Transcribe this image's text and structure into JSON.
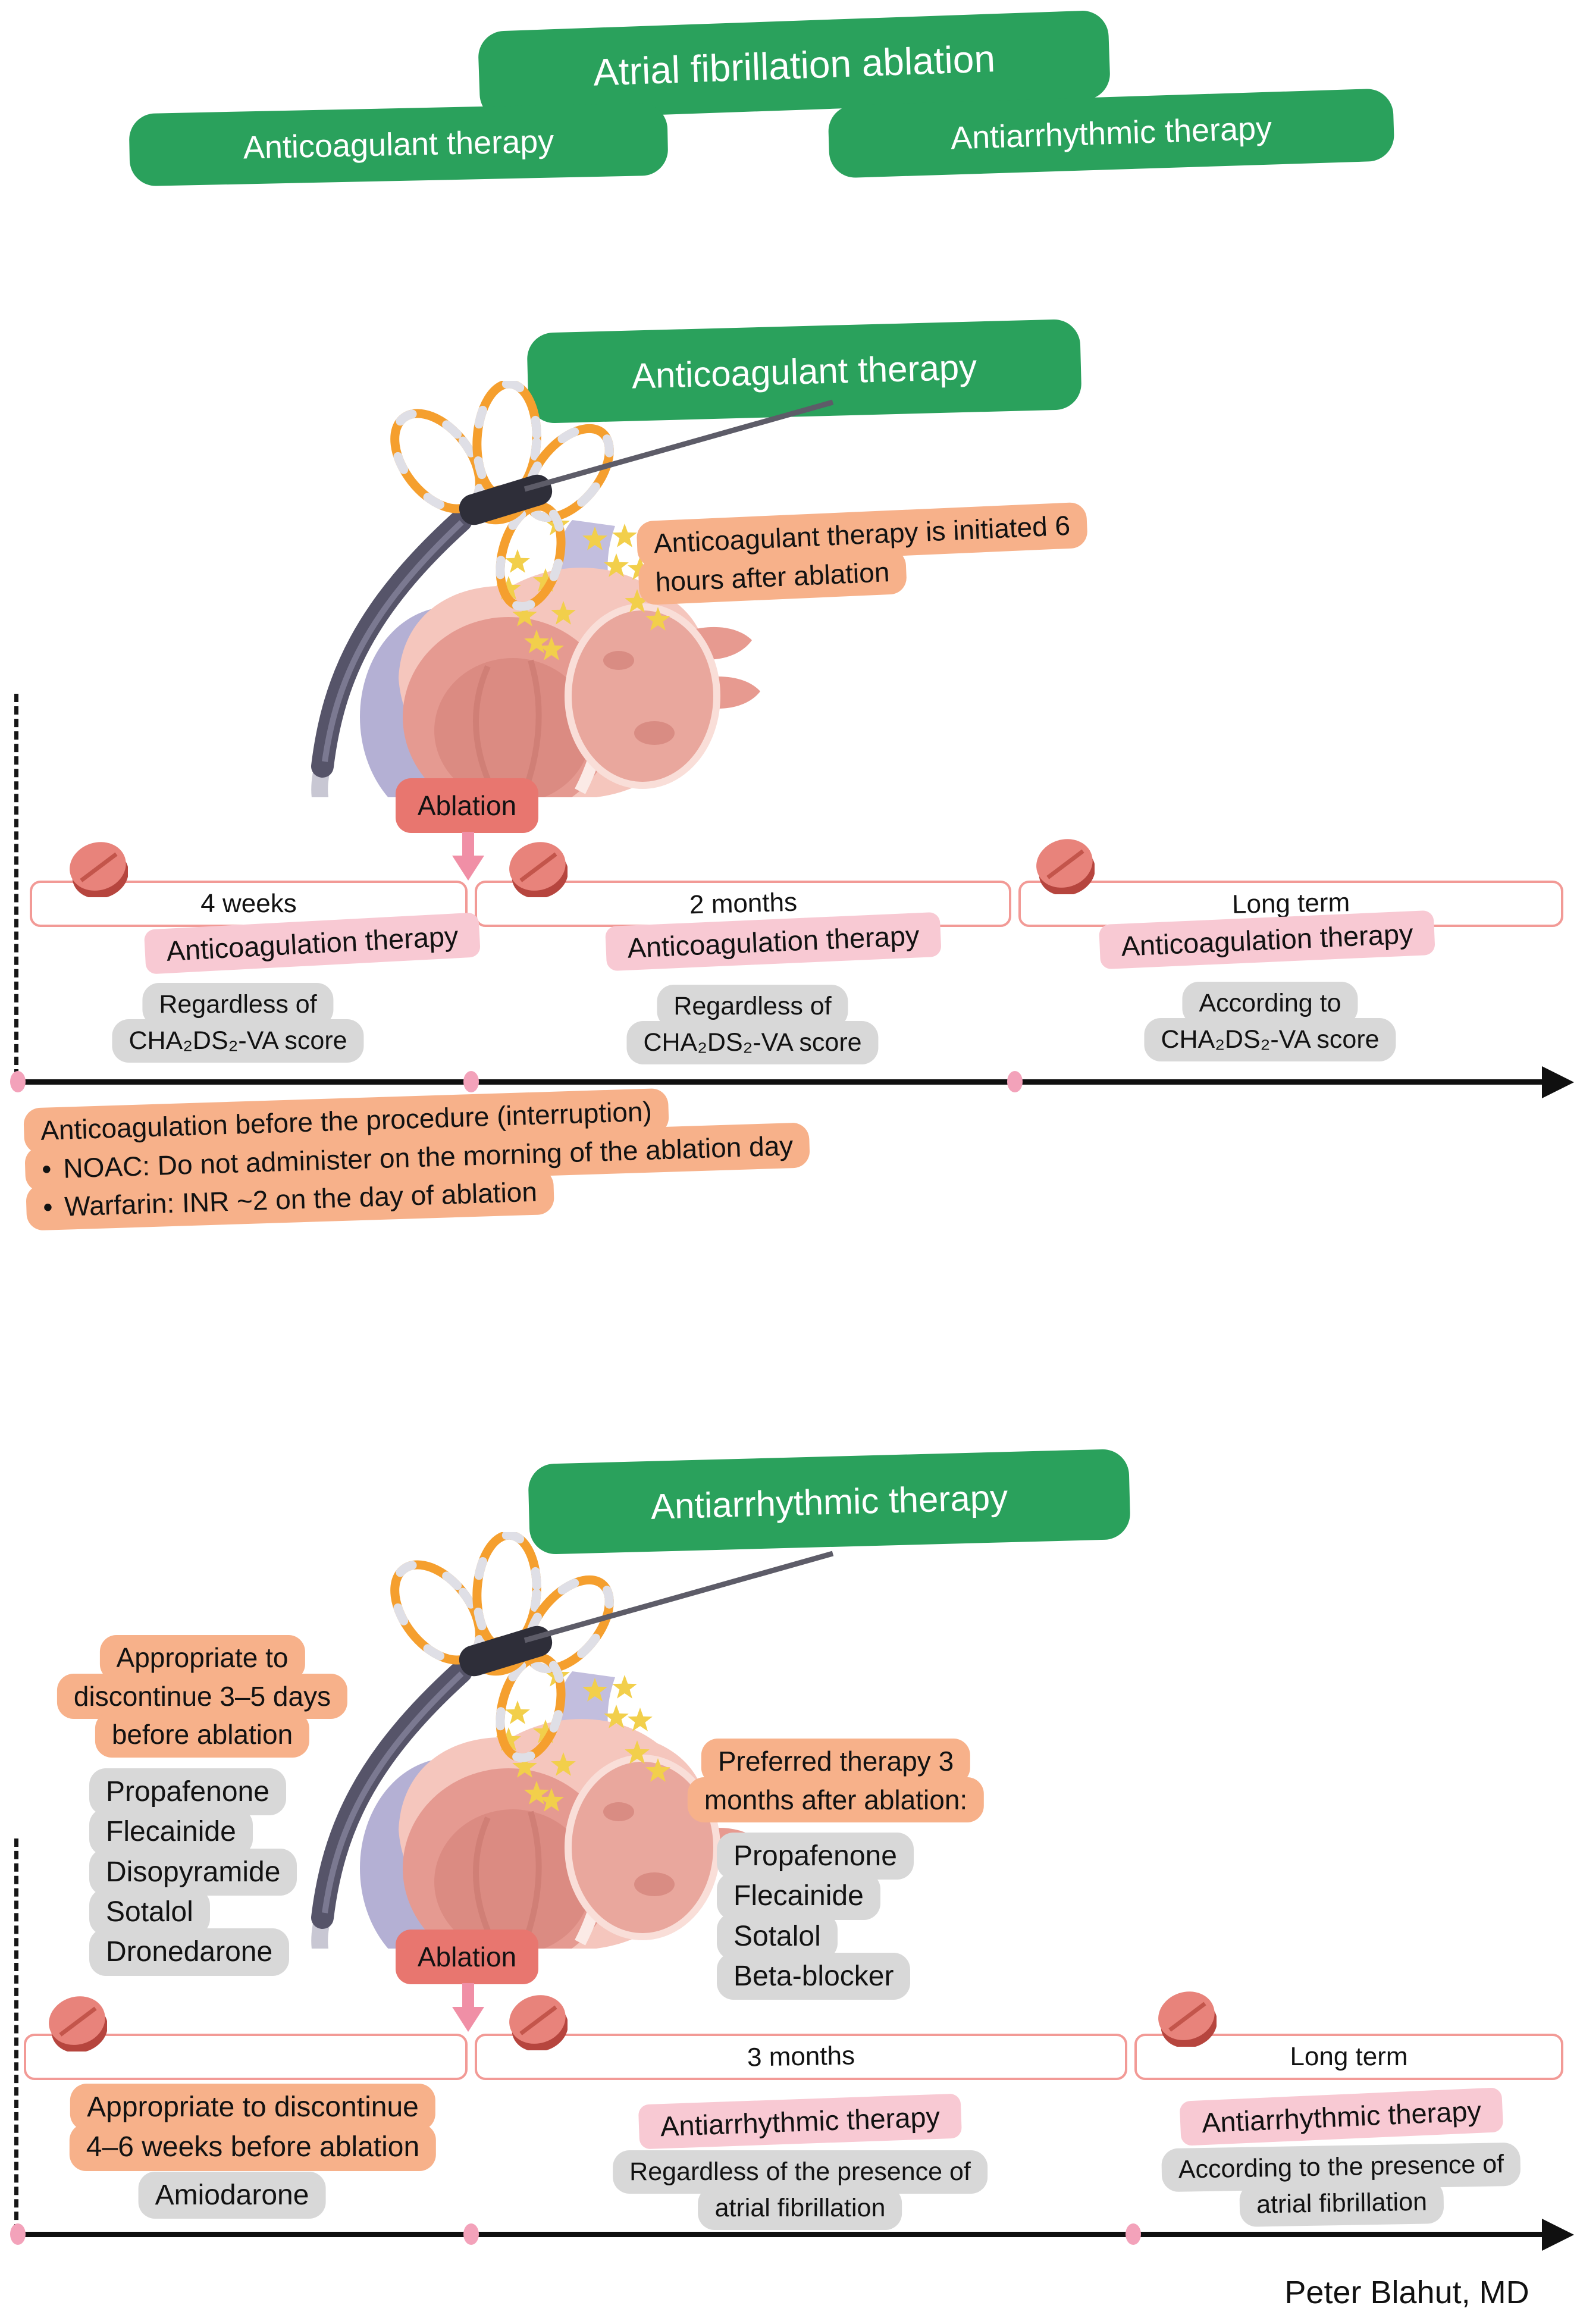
{
  "glyphs": {
    "bullet": "•"
  },
  "colors": {
    "green": "#2aa15c",
    "orange_note": "#f7b18a",
    "pink_highlight": "#f8c9d3",
    "gray_box": "#d8d8d8",
    "ablation_red": "#e8766f",
    "arrow_pink": "#f08fa6",
    "timeline_border": "#f29a96",
    "timeline_dot": "#f3a2ba",
    "pill_red": "#e8837b",
    "loop_orange": "#f59f2e",
    "star_yellow": "#f2cf4b"
  },
  "header": {
    "title": "Atrial fibrillation ablation",
    "left_tag": "Anticoagulant therapy",
    "right_tag": "Antiarrhythmic therapy"
  },
  "section1": {
    "title": "Anticoagulant therapy",
    "note": {
      "line1": "Anticoagulant therapy is initiated 6",
      "line2": "hours after ablation"
    },
    "ablation_label": "Ablation",
    "timeline": {
      "segments": [
        {
          "period": "4 weeks",
          "therapy": "Anticoagulation therapy",
          "detail1": "Regardless of",
          "detail2": "CHA₂DS₂-VA score"
        },
        {
          "period": "2 months",
          "therapy": "Anticoagulation therapy",
          "detail1": "Regardless of",
          "detail2": "CHA₂DS₂-VA score"
        },
        {
          "period": "Long term",
          "therapy": "Anticoagulation therapy",
          "detail1": "According to",
          "detail2": "CHA₂DS₂-VA score"
        }
      ]
    },
    "interruption": {
      "title": "Anticoagulation before the procedure (interruption)",
      "bullet1": "NOAC: Do not administer on the morning of the ablation day",
      "bullet2": "Warfarin: INR ~2 on the day of ablation"
    }
  },
  "section2": {
    "title": "Antiarrhythmic therapy",
    "discontinue_note": {
      "line1": "Appropriate to",
      "line2": "discontinue 3–5 days",
      "line3": "before ablation"
    },
    "discontinue_drugs": [
      "Propafenone",
      "Flecainide",
      "Disopyramide",
      "Sotalol",
      "Dronedarone"
    ],
    "preferred_note": {
      "line1": "Preferred therapy 3",
      "line2": "months after ablation:"
    },
    "preferred_drugs": [
      "Propafenone",
      "Flecainide",
      "Sotalol",
      "Beta-blocker"
    ],
    "ablation_label": "Ablation",
    "amiodarone_note": {
      "line1": "Appropriate to discontinue",
      "line2": "4–6 weeks before ablation"
    },
    "amiodarone_drug": "Amiodarone",
    "timeline": {
      "segments": [
        {
          "period": ""
        },
        {
          "period": "3 months",
          "therapy": "Antiarrhythmic therapy",
          "detail1": "Regardless of the presence of",
          "detail2": "atrial fibrillation"
        },
        {
          "period": "Long term",
          "therapy": "Antiarrhythmic therapy",
          "detail1": "According to the presence of",
          "detail2": "atrial fibrillation"
        }
      ]
    }
  },
  "credit": "Peter Blahut, MD"
}
